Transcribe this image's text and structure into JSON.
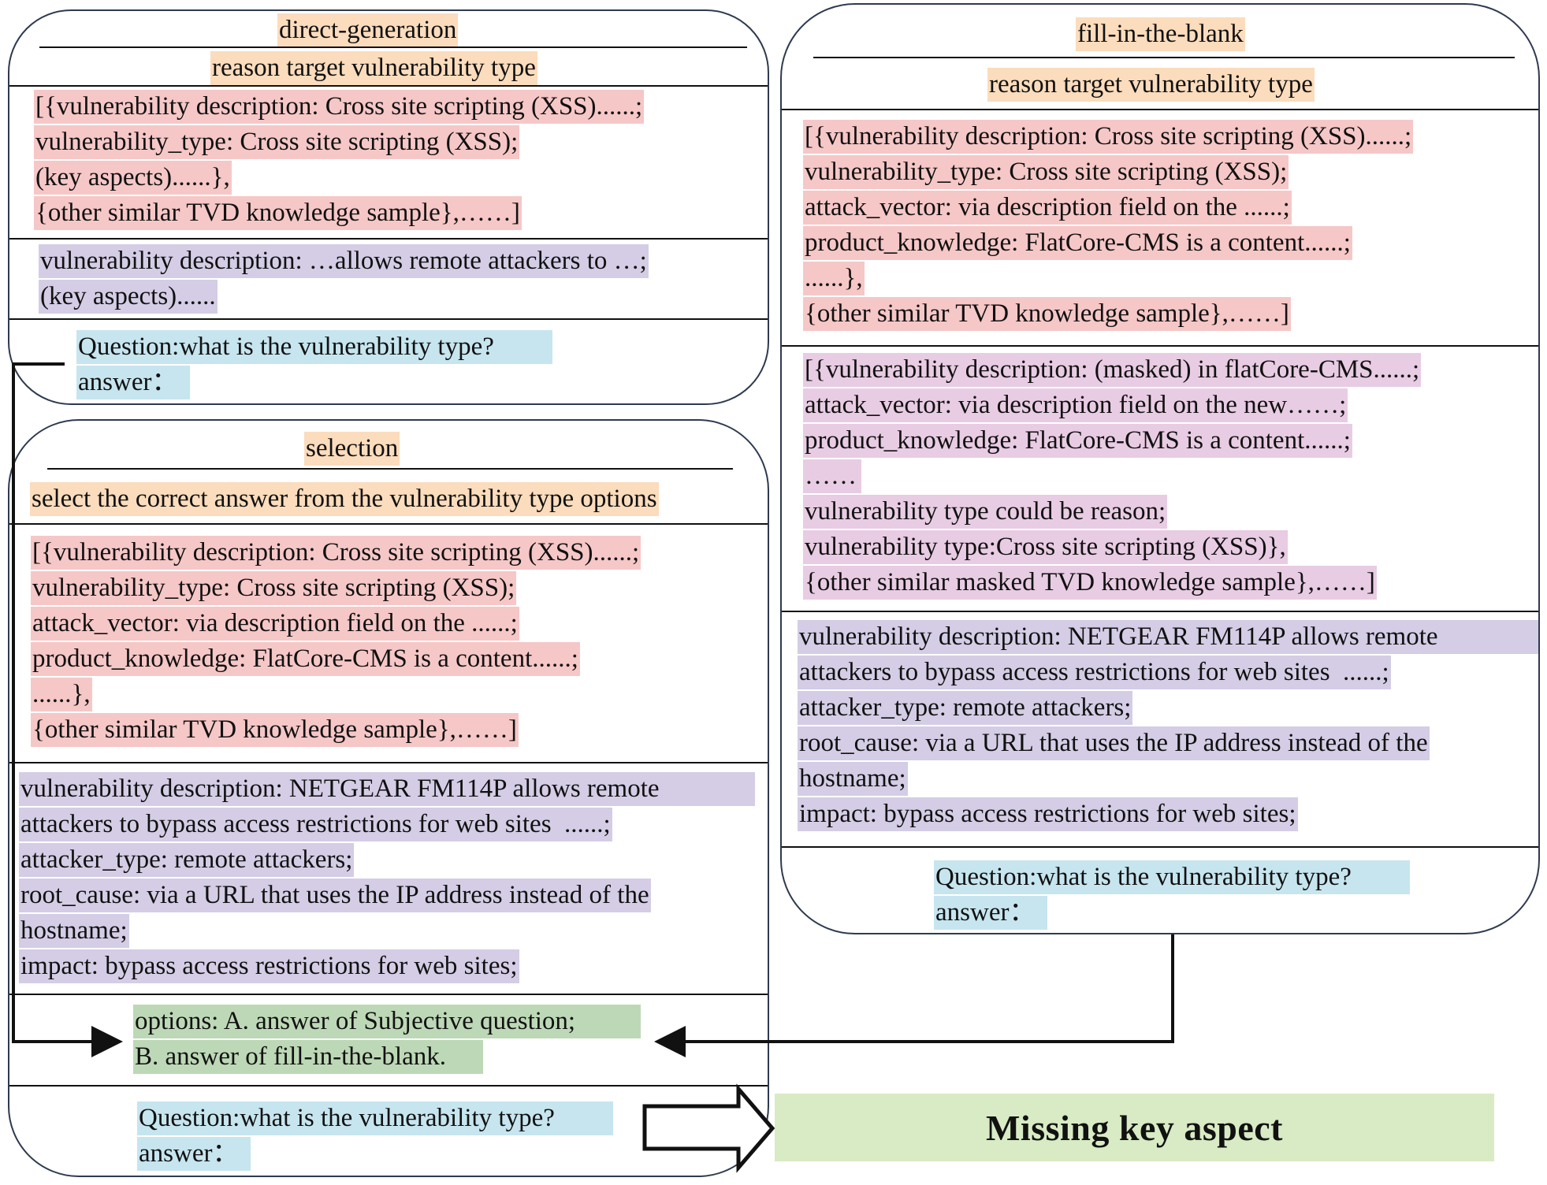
{
  "direct": {
    "title": "direct-generation",
    "subtitle": "reason target vulnerability type",
    "knowledge": [
      "[{vulnerability description: Cross site scripting (XSS)......;",
      "vulnerability_type: Cross site scripting (XSS);",
      "(key aspects)......},",
      "{other similar TVD knowledge sample},……]"
    ],
    "target": [
      "vulnerability description: …allows remote attackers to …;",
      "(key aspects)......"
    ],
    "question": "Question:what is the vulnerability type?",
    "answer": "answer："
  },
  "selection": {
    "title": "selection",
    "subtitle": "select the correct answer from the vulnerability type options",
    "knowledge": [
      "[{vulnerability description: Cross site scripting (XSS)......;",
      "vulnerability_type: Cross site scripting (XSS);",
      "attack_vector: via description field on the ......;",
      "product_knowledge: FlatCore-CMS is a content......;",
      "......},",
      "{other similar TVD knowledge sample},……]"
    ],
    "target": [
      "vulnerability description: NETGEAR FM114P allows remote",
      "attackers to bypass access restrictions for web sites  ......;",
      "attacker_type: remote attackers;",
      "root_cause: via a URL that uses the IP address instead of the",
      "hostname;",
      "impact: bypass access restrictions for web sites;"
    ],
    "options": [
      "options: A. answer of Subjective question;",
      "B. answer of fill-in-the-blank."
    ],
    "question": "Question:what is the vulnerability type?",
    "answer": "answer："
  },
  "fill": {
    "title": "fill-in-the-blank",
    "subtitle": "reason target vulnerability type",
    "knowledge": [
      "[{vulnerability description: Cross site scripting (XSS)......;",
      "vulnerability_type: Cross site scripting (XSS);",
      "attack_vector: via description field on the ......;",
      "product_knowledge: FlatCore-CMS is a content......;",
      "......},",
      "{other similar TVD knowledge sample},……]"
    ],
    "masked": [
      "[{vulnerability description: (masked) in flatCore-CMS......;",
      "attack_vector: via description field on the new……;",
      "product_knowledge: FlatCore-CMS is a content......;",
      "……",
      "vulnerability type could be reason;",
      "vulnerability type:Cross site scripting (XSS)},",
      "{other similar masked TVD knowledge sample},……]"
    ],
    "target": [
      "vulnerability description: NETGEAR FM114P allows remote",
      "attackers to bypass access restrictions for web sites  ......;",
      "attacker_type: remote attackers;",
      "root_cause: via a URL that uses the IP address instead of the",
      "hostname;",
      "impact: bypass access restrictions for web sites;"
    ],
    "question": "Question:what is the vulnerability type?",
    "answer": "answer："
  },
  "result": "Missing key aspect",
  "colors": {
    "prompt": "#fbdcbc",
    "knowledge": "#f6c7c7",
    "target": "#d4cde5",
    "masked": "#e8cce3",
    "question": "#c6e5ef",
    "options": "#bdd8b6",
    "result": "#d8ebc4"
  }
}
